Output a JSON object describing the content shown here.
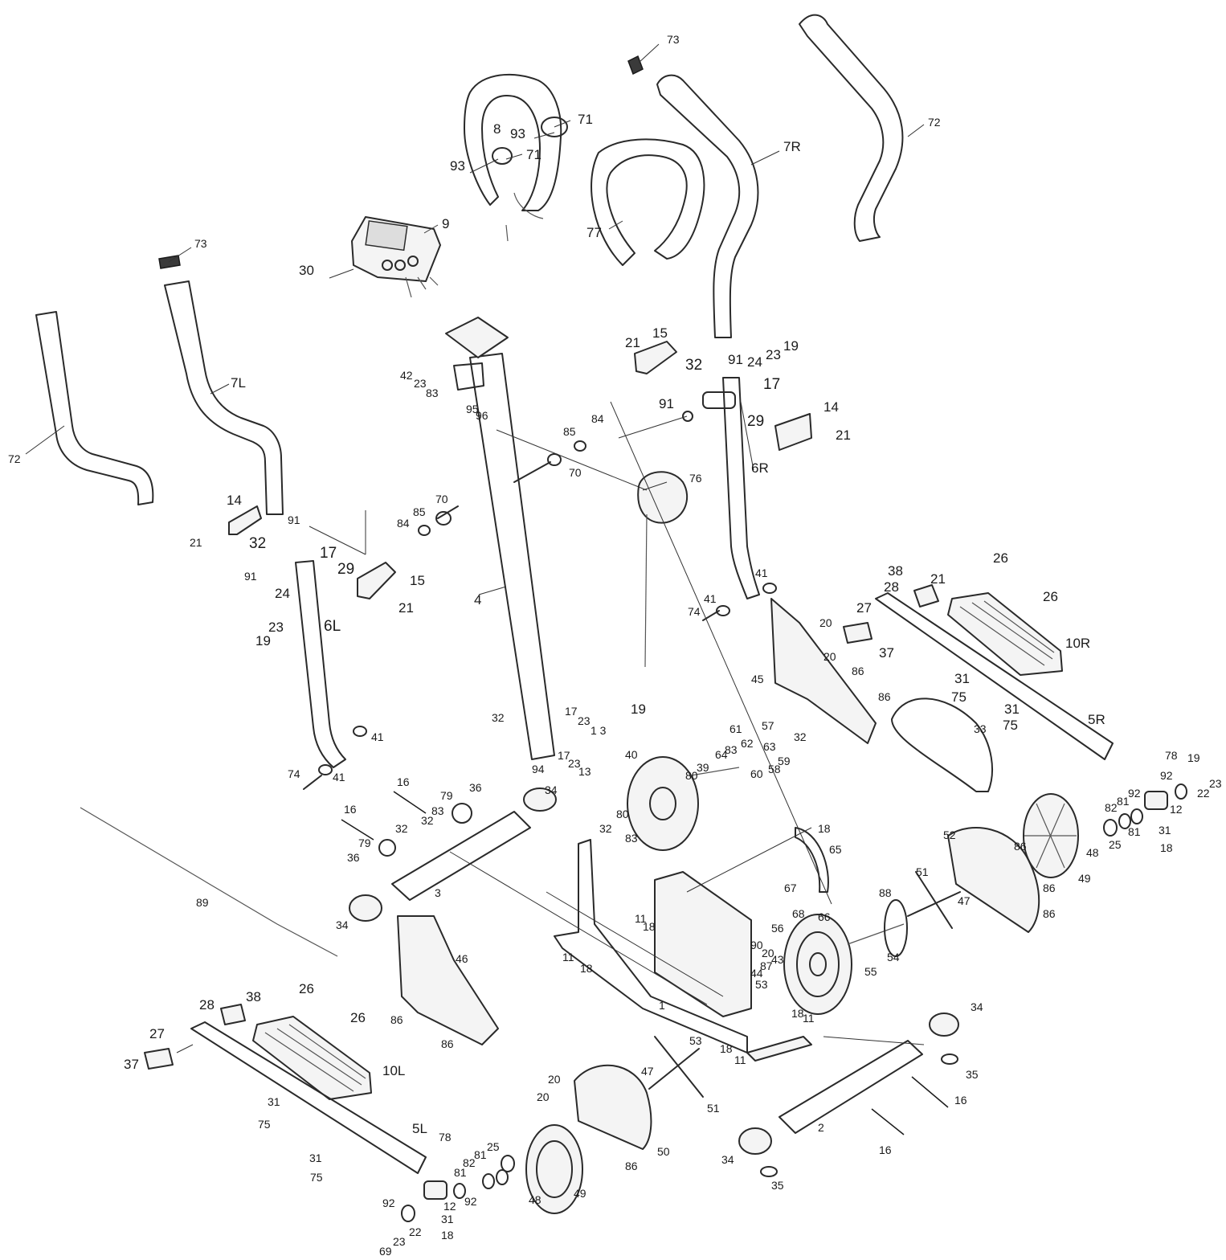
{
  "diagram": {
    "labels": [
      {
        "id": "l1",
        "text": "73"
      },
      {
        "id": "l2",
        "text": "72"
      },
      {
        "id": "l3",
        "text": "71"
      },
      {
        "id": "l4",
        "text": "93"
      },
      {
        "id": "l5",
        "text": "8"
      },
      {
        "id": "l6",
        "text": "93"
      },
      {
        "id": "l7",
        "text": "71"
      },
      {
        "id": "l8",
        "text": "7R"
      },
      {
        "id": "l9",
        "text": "77"
      },
      {
        "id": "l10",
        "text": "9"
      },
      {
        "id": "l11",
        "text": "30"
      },
      {
        "id": "l12",
        "text": "73"
      },
      {
        "id": "l13",
        "text": "7L"
      },
      {
        "id": "l14",
        "text": "72"
      },
      {
        "id": "l15",
        "text": "21"
      },
      {
        "id": "l16",
        "text": "15"
      },
      {
        "id": "l17",
        "text": "19"
      },
      {
        "id": "l18",
        "text": "23"
      },
      {
        "id": "l19",
        "text": "91"
      },
      {
        "id": "l20",
        "text": "24"
      },
      {
        "id": "l21",
        "text": "32"
      },
      {
        "id": "l22",
        "text": "17"
      },
      {
        "id": "l23",
        "text": "29"
      },
      {
        "id": "l24",
        "text": "91"
      },
      {
        "id": "l25",
        "text": "14"
      },
      {
        "id": "l26",
        "text": "21"
      },
      {
        "id": "l27",
        "text": "6R"
      },
      {
        "id": "l28",
        "text": "42"
      },
      {
        "id": "l29",
        "text": "23"
      },
      {
        "id": "l30",
        "text": "83"
      },
      {
        "id": "l31",
        "text": "95"
      },
      {
        "id": "l32",
        "text": "96"
      },
      {
        "id": "l33",
        "text": "85"
      },
      {
        "id": "l34",
        "text": "84"
      },
      {
        "id": "l35",
        "text": "70"
      },
      {
        "id": "l36",
        "text": "76"
      },
      {
        "id": "l37",
        "text": "70"
      },
      {
        "id": "l38",
        "text": "85"
      },
      {
        "id": "l39",
        "text": "84"
      },
      {
        "id": "l40",
        "text": "14"
      },
      {
        "id": "l41",
        "text": "91"
      },
      {
        "id": "l42",
        "text": "21"
      },
      {
        "id": "l43",
        "text": "32"
      },
      {
        "id": "l44",
        "text": "17"
      },
      {
        "id": "l45",
        "text": "29"
      },
      {
        "id": "l46",
        "text": "91"
      },
      {
        "id": "l47",
        "text": "15"
      },
      {
        "id": "l48",
        "text": "21"
      },
      {
        "id": "l49",
        "text": "24"
      },
      {
        "id": "l50",
        "text": "23"
      },
      {
        "id": "l51",
        "text": "19"
      },
      {
        "id": "l52",
        "text": "6L"
      },
      {
        "id": "l53",
        "text": "4"
      },
      {
        "id": "l54",
        "text": "41"
      },
      {
        "id": "l55",
        "text": "41"
      },
      {
        "id": "l56",
        "text": "74"
      },
      {
        "id": "l57",
        "text": "26"
      },
      {
        "id": "l58",
        "text": "38"
      },
      {
        "id": "l59",
        "text": "21"
      },
      {
        "id": "l60",
        "text": "28"
      },
      {
        "id": "l61",
        "text": "26"
      },
      {
        "id": "l62",
        "text": "27"
      },
      {
        "id": "l63",
        "text": "10R"
      },
      {
        "id": "l64",
        "text": "20"
      },
      {
        "id": "l65",
        "text": "37"
      },
      {
        "id": "l66",
        "text": "20"
      },
      {
        "id": "l67",
        "text": "45"
      },
      {
        "id": "l68",
        "text": "86"
      },
      {
        "id": "l69",
        "text": "86"
      },
      {
        "id": "l70",
        "text": "31"
      },
      {
        "id": "l71",
        "text": "75"
      },
      {
        "id": "l72",
        "text": "31"
      },
      {
        "id": "l73",
        "text": "75"
      },
      {
        "id": "l74",
        "text": "5R"
      },
      {
        "id": "l75",
        "text": "33"
      },
      {
        "id": "l76",
        "text": "41"
      },
      {
        "id": "l77",
        "text": "74"
      },
      {
        "id": "l78",
        "text": "41"
      },
      {
        "id": "l79",
        "text": "32"
      },
      {
        "id": "l80",
        "text": "17"
      },
      {
        "id": "l81",
        "text": "23"
      },
      {
        "id": "l82",
        "text": "1 3"
      },
      {
        "id": "l83",
        "text": "19"
      },
      {
        "id": "l84",
        "text": "17"
      },
      {
        "id": "l85",
        "text": "23"
      },
      {
        "id": "l86",
        "text": "13"
      },
      {
        "id": "l87",
        "text": "94"
      },
      {
        "id": "l88",
        "text": "61"
      },
      {
        "id": "l89",
        "text": "57"
      },
      {
        "id": "l90",
        "text": "62"
      },
      {
        "id": "l91",
        "text": "64"
      },
      {
        "id": "l92",
        "text": "83"
      },
      {
        "id": "l93",
        "text": "63"
      },
      {
        "id": "l94",
        "text": "32"
      },
      {
        "id": "l95",
        "text": "59"
      },
      {
        "id": "l96",
        "text": "60"
      },
      {
        "id": "l97",
        "text": "58"
      },
      {
        "id": "l98",
        "text": "40"
      },
      {
        "id": "l99",
        "text": "80"
      },
      {
        "id": "l100",
        "text": "39"
      },
      {
        "id": "l101",
        "text": "80"
      },
      {
        "id": "l102",
        "text": "32"
      },
      {
        "id": "l103",
        "text": "83"
      },
      {
        "id": "l104",
        "text": "16"
      },
      {
        "id": "l105",
        "text": "79"
      },
      {
        "id": "l106",
        "text": "36"
      },
      {
        "id": "l107",
        "text": "34"
      },
      {
        "id": "l108",
        "text": "16"
      },
      {
        "id": "l109",
        "text": "83"
      },
      {
        "id": "l110",
        "text": "32"
      },
      {
        "id": "l111",
        "text": "32"
      },
      {
        "id": "l112",
        "text": "79"
      },
      {
        "id": "l113",
        "text": "36"
      },
      {
        "id": "l114",
        "text": "3"
      },
      {
        "id": "l115",
        "text": "34"
      },
      {
        "id": "l116",
        "text": "89"
      },
      {
        "id": "l117",
        "text": "78"
      },
      {
        "id": "l118",
        "text": "19"
      },
      {
        "id": "l119",
        "text": "92"
      },
      {
        "id": "l120",
        "text": "23"
      },
      {
        "id": "l121",
        "text": "22"
      },
      {
        "id": "l122",
        "text": "82"
      },
      {
        "id": "l123",
        "text": "81"
      },
      {
        "id": "l124",
        "text": "92"
      },
      {
        "id": "l125",
        "text": "12"
      },
      {
        "id": "l126",
        "text": "81"
      },
      {
        "id": "l127",
        "text": "31"
      },
      {
        "id": "l128",
        "text": "25"
      },
      {
        "id": "l129",
        "text": "18"
      },
      {
        "id": "l130",
        "text": "18"
      },
      {
        "id": "l131",
        "text": "65"
      },
      {
        "id": "l132",
        "text": "52"
      },
      {
        "id": "l133",
        "text": "86"
      },
      {
        "id": "l134",
        "text": "48"
      },
      {
        "id": "l135",
        "text": "49"
      },
      {
        "id": "l136",
        "text": "51"
      },
      {
        "id": "l137",
        "text": "47"
      },
      {
        "id": "l138",
        "text": "86"
      },
      {
        "id": "l139",
        "text": "86"
      },
      {
        "id": "l140",
        "text": "67"
      },
      {
        "id": "l141",
        "text": "68"
      },
      {
        "id": "l142",
        "text": "66"
      },
      {
        "id": "l143",
        "text": "88"
      },
      {
        "id": "l144",
        "text": "11"
      },
      {
        "id": "l145",
        "text": "18"
      },
      {
        "id": "l146",
        "text": "56"
      },
      {
        "id": "l147",
        "text": "90"
      },
      {
        "id": "l148",
        "text": "20"
      },
      {
        "id": "l149",
        "text": "43"
      },
      {
        "id": "l150",
        "text": "87"
      },
      {
        "id": "l151",
        "text": "44"
      },
      {
        "id": "l152",
        "text": "53"
      },
      {
        "id": "l153",
        "text": "54"
      },
      {
        "id": "l154",
        "text": "55"
      },
      {
        "id": "l155",
        "text": "46"
      },
      {
        "id": "l156",
        "text": "11"
      },
      {
        "id": "l157",
        "text": "18"
      },
      {
        "id": "l158",
        "text": "1"
      },
      {
        "id": "l159",
        "text": "18"
      },
      {
        "id": "l160",
        "text": "11"
      },
      {
        "id": "l161",
        "text": "86"
      },
      {
        "id": "l162",
        "text": "86"
      },
      {
        "id": "l163",
        "text": "26"
      },
      {
        "id": "l164",
        "text": "38"
      },
      {
        "id": "l165",
        "text": "28"
      },
      {
        "id": "l166",
        "text": "26"
      },
      {
        "id": "l167",
        "text": "27"
      },
      {
        "id": "l168",
        "text": "37"
      },
      {
        "id": "l169",
        "text": "10L"
      },
      {
        "id": "l170",
        "text": "53"
      },
      {
        "id": "l171",
        "text": "18"
      },
      {
        "id": "l172",
        "text": "11"
      },
      {
        "id": "l173",
        "text": "34"
      },
      {
        "id": "l174",
        "text": "35"
      },
      {
        "id": "l175",
        "text": "47"
      },
      {
        "id": "l176",
        "text": "51"
      },
      {
        "id": "l177",
        "text": "20"
      },
      {
        "id": "l178",
        "text": "20"
      },
      {
        "id": "l179",
        "text": "16"
      },
      {
        "id": "l180",
        "text": "31"
      },
      {
        "id": "l181",
        "text": "75"
      },
      {
        "id": "l182",
        "text": "5L"
      },
      {
        "id": "l183",
        "text": "78"
      },
      {
        "id": "l184",
        "text": "31"
      },
      {
        "id": "l185",
        "text": "75"
      },
      {
        "id": "l186",
        "text": "25"
      },
      {
        "id": "l187",
        "text": "82"
      },
      {
        "id": "l188",
        "text": "81"
      },
      {
        "id": "l189",
        "text": "81"
      },
      {
        "id": "l190",
        "text": "50"
      },
      {
        "id": "l191",
        "text": "86"
      },
      {
        "id": "l192",
        "text": "2"
      },
      {
        "id": "l193",
        "text": "16"
      },
      {
        "id": "l194",
        "text": "34"
      },
      {
        "id": "l195",
        "text": "35"
      },
      {
        "id": "l196",
        "text": "92"
      },
      {
        "id": "l197",
        "text": "12"
      },
      {
        "id": "l198",
        "text": "92"
      },
      {
        "id": "l199",
        "text": "31"
      },
      {
        "id": "l200",
        "text": "22"
      },
      {
        "id": "l201",
        "text": "48"
      },
      {
        "id": "l202",
        "text": "49"
      },
      {
        "id": "l203",
        "text": "18"
      },
      {
        "id": "l204",
        "text": "23"
      },
      {
        "id": "l205",
        "text": "69"
      }
    ]
  }
}
